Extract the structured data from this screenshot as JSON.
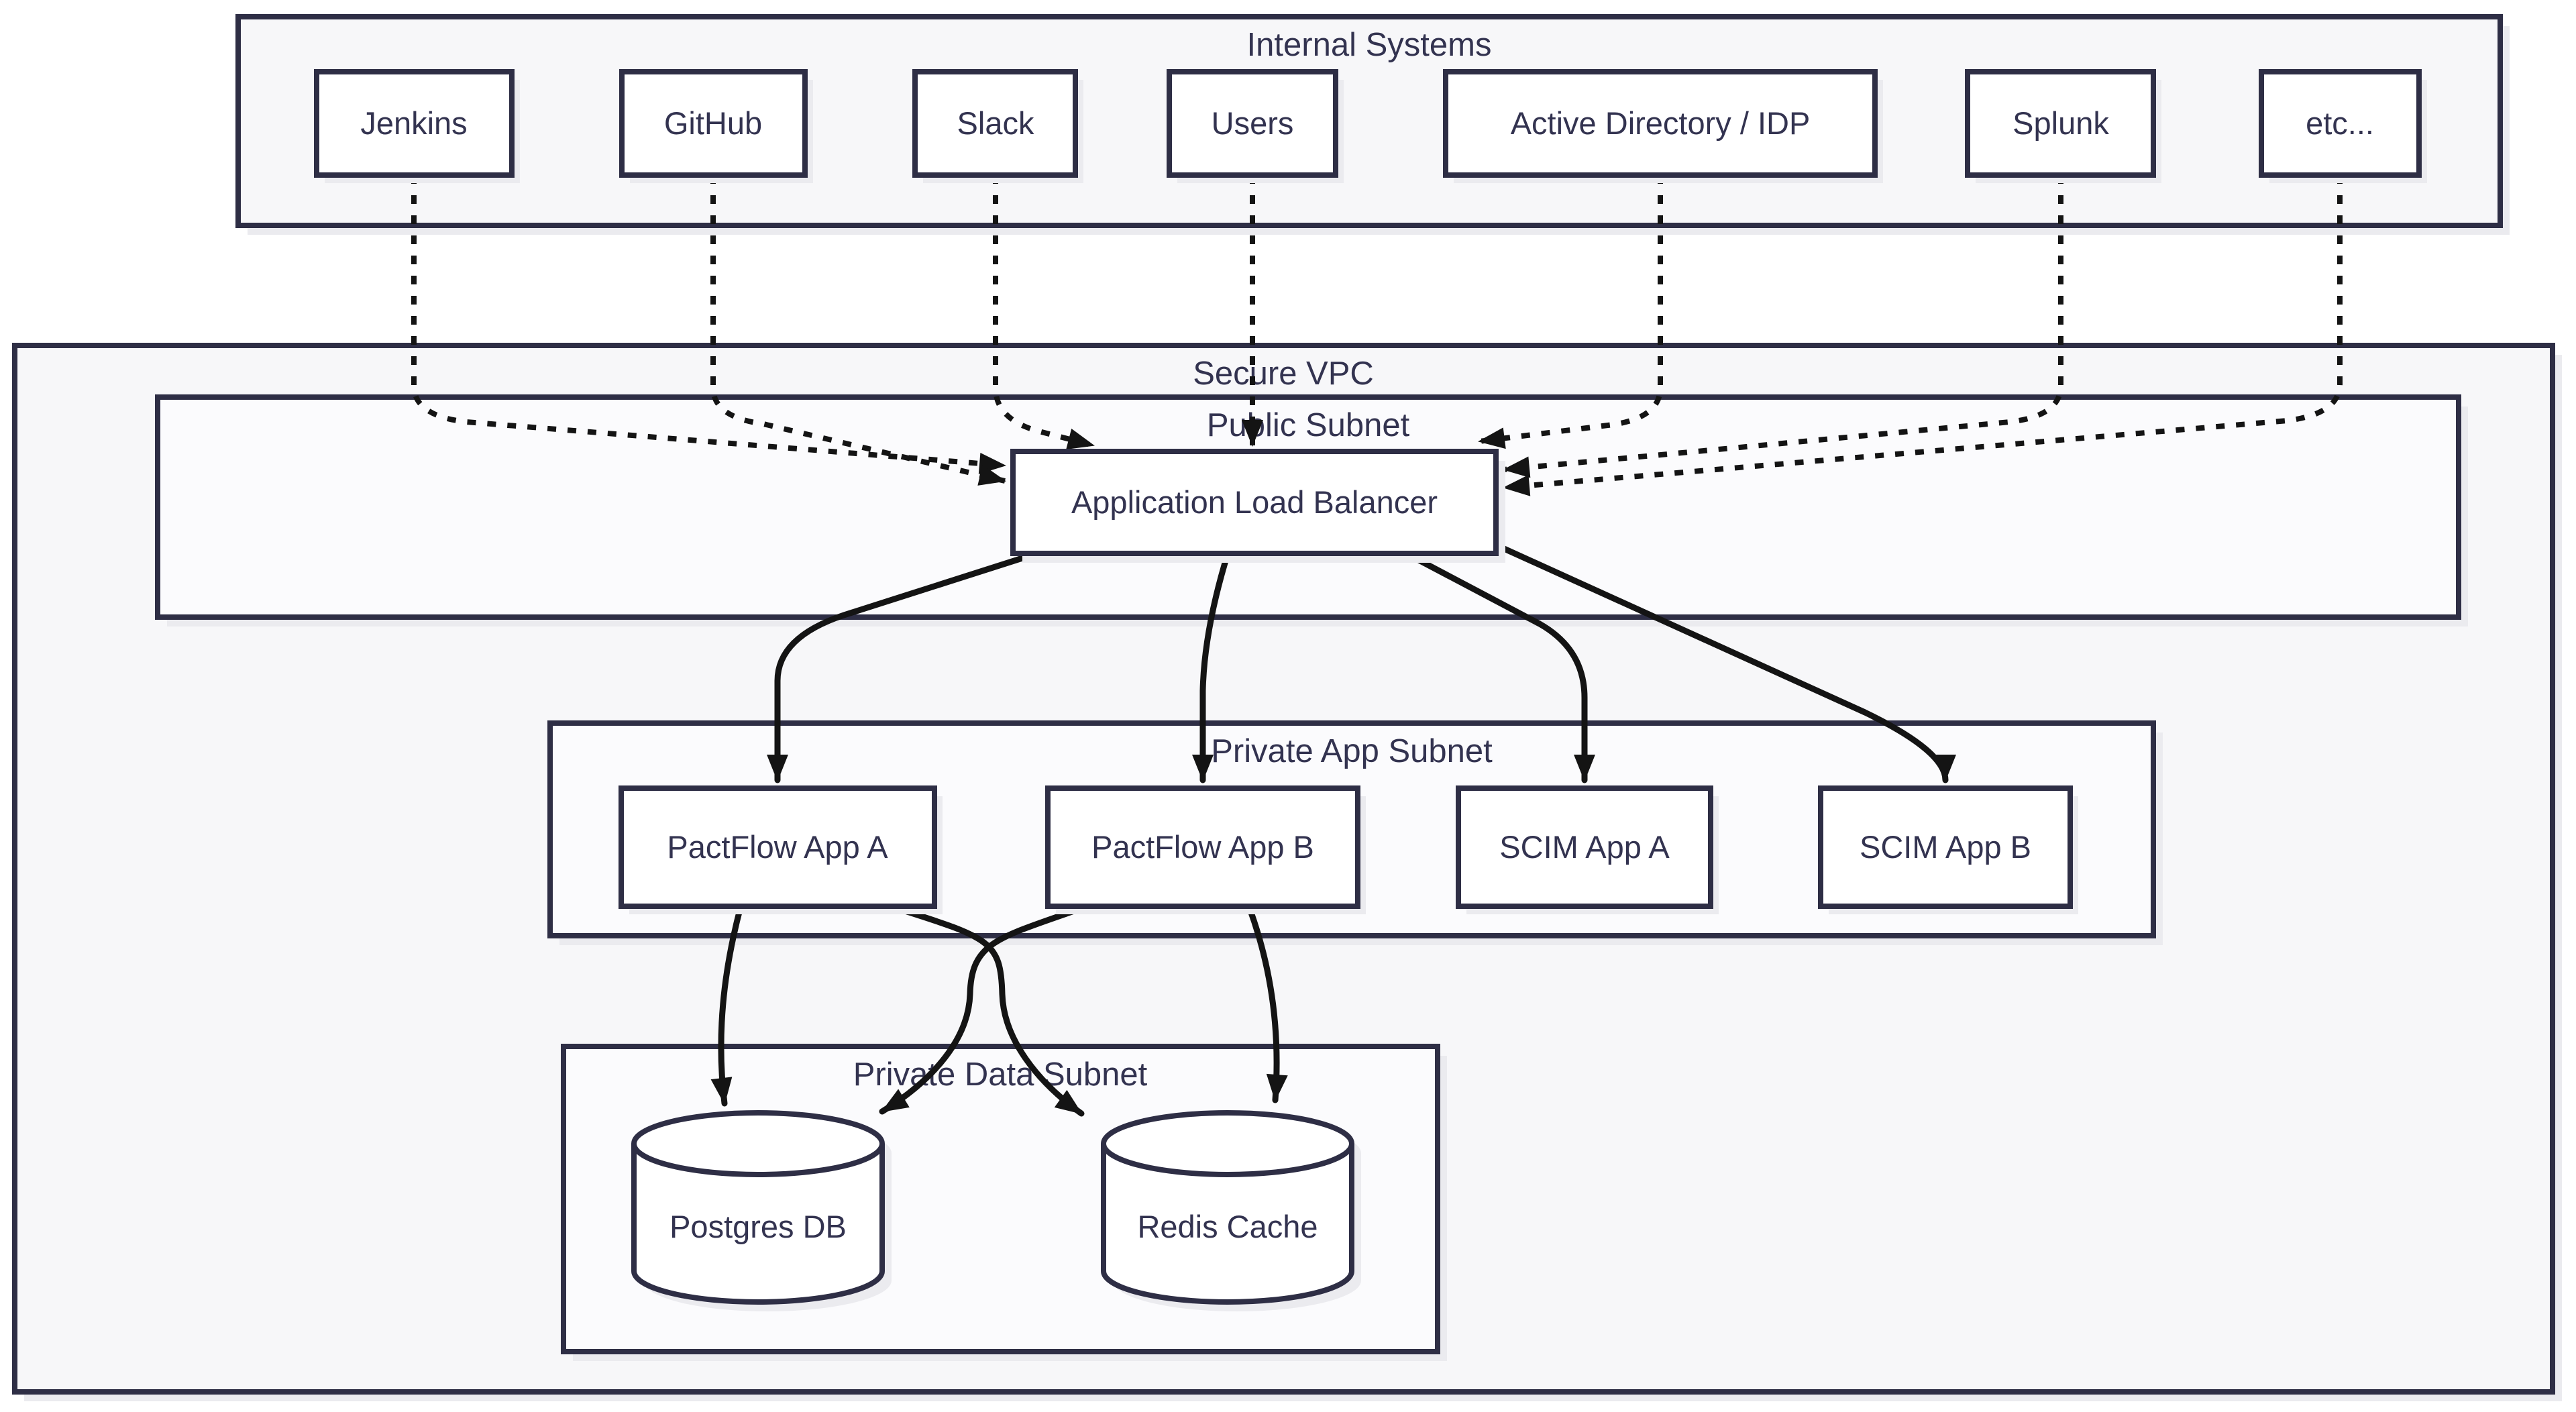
{
  "diagram": {
    "type": "architecture-flowchart",
    "containers": {
      "internal_systems": {
        "title": "Internal Systems"
      },
      "secure_vpc": {
        "title": "Secure VPC"
      },
      "public_subnet": {
        "title": "Public Subnet"
      },
      "private_app_subnet": {
        "title": "Private App Subnet"
      },
      "private_data_subnet": {
        "title": "Private Data Subnet"
      }
    },
    "nodes": {
      "jenkins": {
        "label": "Jenkins",
        "shape": "rect"
      },
      "github": {
        "label": "GitHub",
        "shape": "rect"
      },
      "slack": {
        "label": "Slack",
        "shape": "rect"
      },
      "users": {
        "label": "Users",
        "shape": "rect"
      },
      "ad_idp": {
        "label": "Active Directory / IDP",
        "shape": "rect"
      },
      "splunk": {
        "label": "Splunk",
        "shape": "rect"
      },
      "etc": {
        "label": "etc...",
        "shape": "rect"
      },
      "alb": {
        "label": "Application Load Balancer",
        "shape": "rect"
      },
      "pactflow_app_a": {
        "label": "PactFlow App A",
        "shape": "rect"
      },
      "pactflow_app_b": {
        "label": "PactFlow App B",
        "shape": "rect"
      },
      "scim_app_a": {
        "label": "SCIM App A",
        "shape": "rect"
      },
      "scim_app_b": {
        "label": "SCIM App B",
        "shape": "rect"
      },
      "postgres": {
        "label": "Postgres DB",
        "shape": "cylinder"
      },
      "redis": {
        "label": "Redis Cache",
        "shape": "cylinder"
      }
    },
    "edges": [
      {
        "from": "jenkins",
        "to": "alb",
        "style": "dotted",
        "arrow": true
      },
      {
        "from": "github",
        "to": "alb",
        "style": "dotted",
        "arrow": true
      },
      {
        "from": "slack",
        "to": "alb",
        "style": "dotted",
        "arrow": true
      },
      {
        "from": "users",
        "to": "alb",
        "style": "dotted",
        "arrow": true
      },
      {
        "from": "ad_idp",
        "to": "alb",
        "style": "dotted",
        "arrow": true
      },
      {
        "from": "splunk",
        "to": "alb",
        "style": "dotted",
        "arrow": true
      },
      {
        "from": "etc",
        "to": "alb",
        "style": "dotted",
        "arrow": true
      },
      {
        "from": "alb",
        "to": "pactflow_app_a",
        "style": "solid",
        "arrow": true
      },
      {
        "from": "alb",
        "to": "pactflow_app_b",
        "style": "solid",
        "arrow": true
      },
      {
        "from": "alb",
        "to": "scim_app_a",
        "style": "solid",
        "arrow": true
      },
      {
        "from": "alb",
        "to": "scim_app_b",
        "style": "solid",
        "arrow": true
      },
      {
        "from": "pactflow_app_a",
        "to": "postgres",
        "style": "solid",
        "arrow": true
      },
      {
        "from": "pactflow_app_a",
        "to": "redis",
        "style": "solid",
        "arrow": true
      },
      {
        "from": "pactflow_app_b",
        "to": "postgres",
        "style": "solid",
        "arrow": true
      },
      {
        "from": "pactflow_app_b",
        "to": "redis",
        "style": "solid",
        "arrow": true
      }
    ],
    "colors": {
      "border": "#2e2e45",
      "text": "#333350",
      "edge": "#141414",
      "container_fill": "#f7f7f9",
      "subnet_fill": "#fbfbfd",
      "node_fill": "#ffffff",
      "shadow": "#ebebef",
      "page_bg": "#ffffff"
    }
  }
}
